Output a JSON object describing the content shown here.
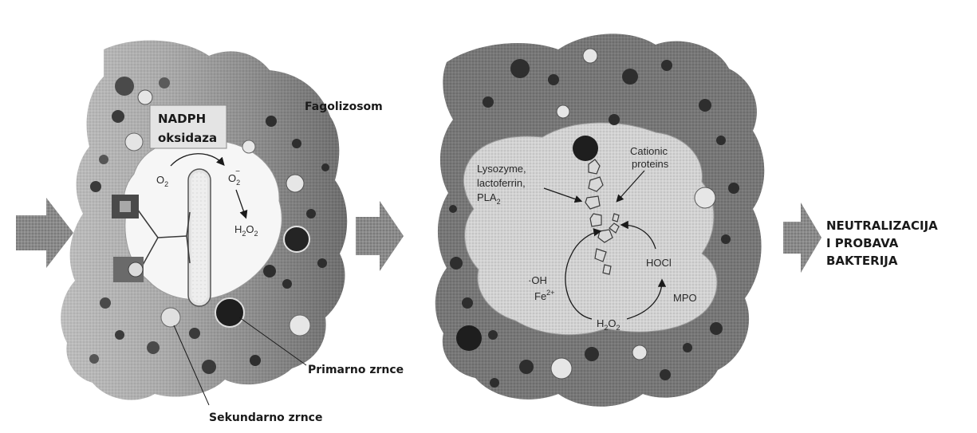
{
  "left_panel": {
    "labels": {
      "nadph_line1": "NADPH",
      "nadph_line2": "oksidaza",
      "o2": "O",
      "o2_sub": "2",
      "superoxide": "O",
      "superoxide_sub": "2",
      "superoxide_sup": "−",
      "h2o2_h": "H",
      "h2o2_sub1": "2",
      "h2o2_o": "O",
      "h2o2_sub2": "2",
      "fagolizosom": "Fagolizosom",
      "primarno": "Primarno zrnce",
      "sekundarno": "Sekundarno zrnce"
    }
  },
  "right_panel": {
    "labels": {
      "cationic_1": "Cationic",
      "cationic_2": "proteins",
      "lysozyme": "Lysozyme,",
      "lactoferrin": "lactoferrin,",
      "pla": "PLA",
      "pla_sub": "2",
      "oh": "·OH",
      "fe": "Fe",
      "fe_sup": "2+",
      "hocl": "HOCl",
      "mpo": "MPO",
      "h2o2_h": "H",
      "h2o2_sub1": "2",
      "h2o2_o": "O",
      "h2o2_sub2": "2"
    }
  },
  "result": {
    "line1": "NEUTRALIZACIJA",
    "line2": "I PROBAVA",
    "line3": "BAKTERIJA"
  },
  "colors": {
    "cytoplasm_light": "#cfcfcf",
    "cytoplasm_dark": "#6e6e6e",
    "vacuole": "#f7f7f7",
    "granule": "#3a3a3a",
    "arrow": "#7a7a7a",
    "text": "#1a1a1a"
  }
}
